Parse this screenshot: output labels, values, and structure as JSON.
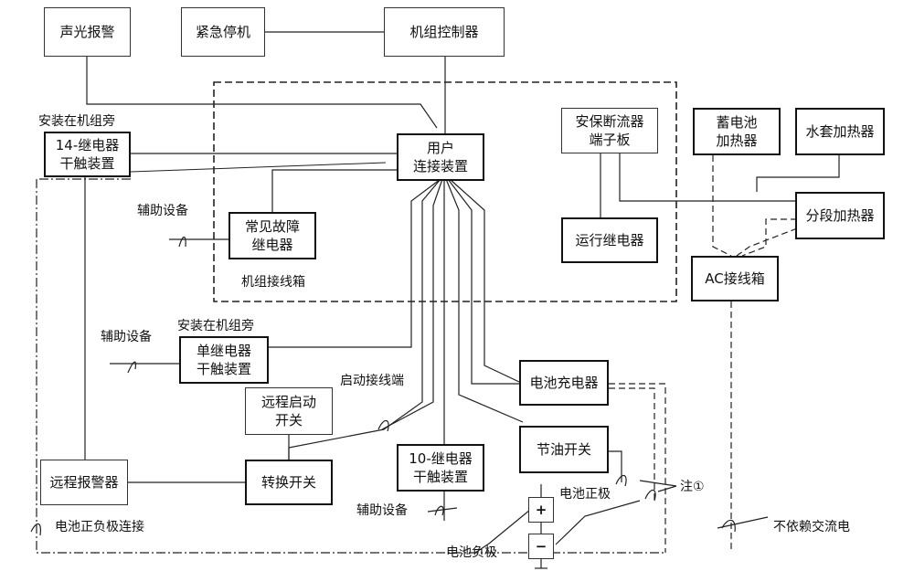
{
  "boxes": {
    "sound_light_alarm": "声光报警",
    "emergency_stop": "紧急停机",
    "genset_controller": "机组控制器",
    "relay14_line1": "14-继电器",
    "relay14_line2": "干触装置",
    "user_conn_line1": "用户",
    "user_conn_line2": "连接装置",
    "breaker_line1": "安保断流器",
    "breaker_line2": "端子板",
    "battery_heater_line1": "蓄电池",
    "battery_heater_line2": "加热器",
    "jacket_heater": "水套加热器",
    "common_fault_line1": "常见故障",
    "common_fault_line2": "继电器",
    "run_relay": "运行继电器",
    "segment_heater": "分段加热器",
    "ac_box": "AC接线箱",
    "single_relay_line1": "单继电器",
    "single_relay_line2": "干触装置",
    "battery_charger": "电池充电器",
    "remote_start_line1": "远程启动",
    "remote_start_line2": "开关",
    "fuel_switch": "节油开关",
    "remote_alarm": "远程报警器",
    "transfer_switch": "转换开关",
    "relay10_line1": "10-继电器",
    "relay10_line2": "干触装置"
  },
  "labels": {
    "install_beside_1": "安装在机组旁",
    "install_beside_2": "安装在机组旁",
    "aux_equipment_1": "辅助设备",
    "aux_equipment_2": "辅助设备",
    "aux_equipment_3": "辅助设备",
    "genset_junction_box": "机组接线箱",
    "start_terminal": "启动接线端",
    "battery_positive": "电池正极",
    "battery_negative": "电池负极",
    "note_1": "注①",
    "battery_pn_connection": "电池正负极连接",
    "no_ac_power": "不依赖交流电"
  },
  "symbols": {
    "plus": "+",
    "minus": "−"
  }
}
